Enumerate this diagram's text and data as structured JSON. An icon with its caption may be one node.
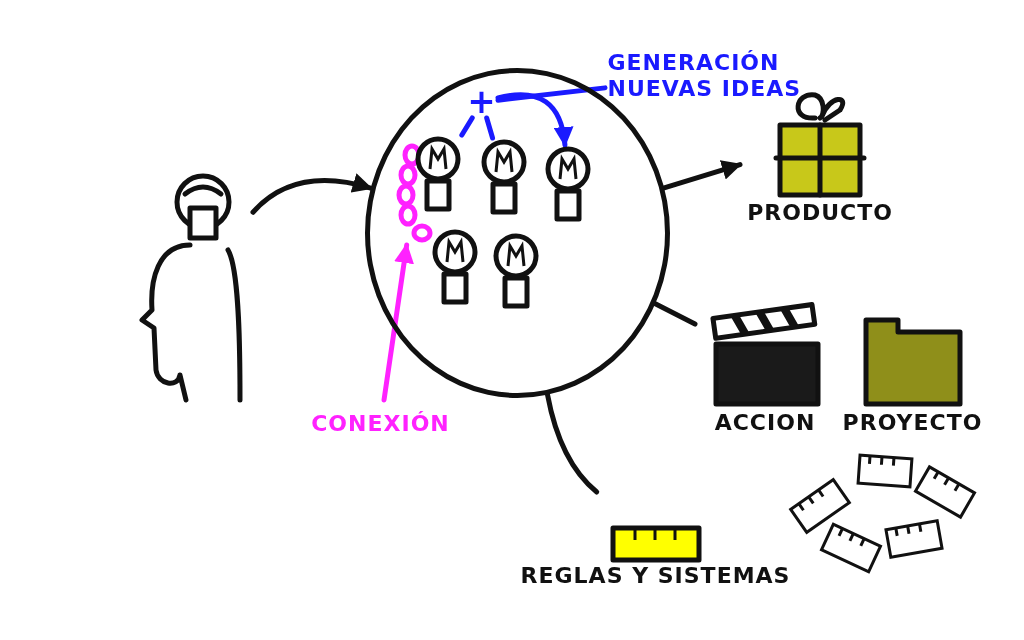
{
  "diagram": {
    "nodes": [
      {
        "text": [],
        "shape": "person"
      },
      {
        "text": [],
        "shape": "circle"
      },
      {
        "text": [
          "+"
        ],
        "in": 1
      },
      {
        "text": [],
        "shape": "picture",
        "in": 1
      },
      {
        "text": [],
        "shape": "picture",
        "in": 1
      },
      {
        "text": [],
        "shape": "picture",
        "in": 1
      },
      {
        "text": [],
        "shape": "picture",
        "in": 1
      },
      {
        "text": [],
        "shape": "picture",
        "in": 1
      },
      {
        "text": [],
        "shape": "picture",
        "in": 1
      },
      {
        "text": [
          "GENERACIÓN NUEVAS IDEAS"
        ]
      },
      {
        "text": [
          "PRODUCTO"
        ]
      },
      {
        "text": [
          "ACCION"
        ]
      },
      {
        "text": [
          "PROYECTO"
        ]
      },
      {
        "text": [
          "CONEXIÓN"
        ]
      },
      {
        "text": [
          "REGLAS Y SISTEMAS"
        ]
      },
      {
        "text": [],
        "shape": "picture"
      },
      {
        "text": [],
        "shape": "picture"
      },
      {
        "text": [],
        "shape": "picture"
      },
      {
        "text": [],
        "shape": "picture"
      },
      {
        "text": [],
        "shape": "picture"
      }
    ],
    "edges": [
      {
        "from": 0,
        "to": 1,
        "arrow": "to"
      },
      {
        "from": 9,
        "to": 2,
        "arrow": "none",
        "color": "#1a1aff"
      },
      {
        "from": 2,
        "to": 4,
        "arrow": "none",
        "color": "#1a1aff"
      },
      {
        "from": 2,
        "to": 5,
        "arrow": "none",
        "color": "#1a1aff"
      },
      {
        "from": 2,
        "to": 6,
        "arrow": "to",
        "color": "#1a1aff"
      },
      {
        "from": 13,
        "to": 3,
        "arrow": "to",
        "color": "#ff22ff"
      },
      {
        "from": 1,
        "to": 10,
        "arrow": "to"
      },
      {
        "from": 1,
        "to": 11,
        "arrow": "none"
      },
      {
        "from": 1,
        "to": 14,
        "arrow": "none"
      }
    ]
  }
}
